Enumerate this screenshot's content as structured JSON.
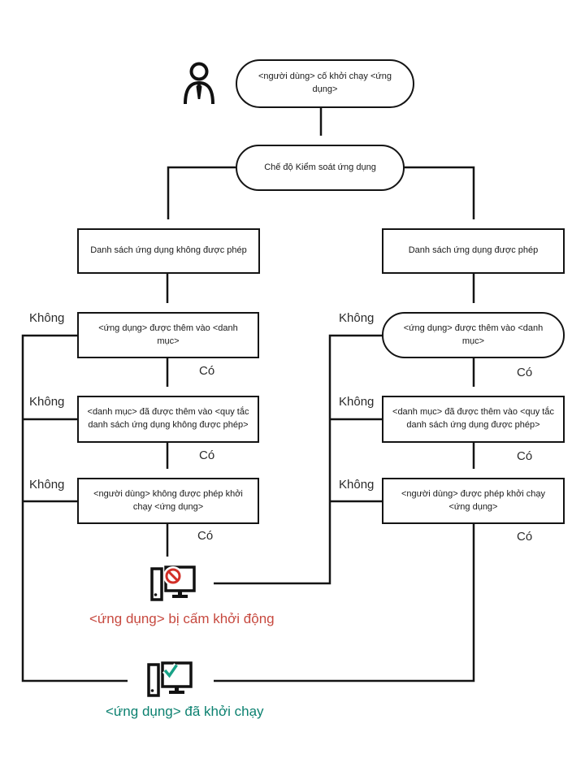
{
  "diagram": {
    "nodes": {
      "start": "<người dùng> cố khởi chạy <ứng dụng>",
      "control_mode": "Chế độ Kiểm soát ứng dụng",
      "denylist": "Danh sách ứng dụng không được phép",
      "allowlist": "Danh sách ứng dụng được phép",
      "deny_app_in_category": "<ứng dụng> được thêm vào <danh mục>",
      "allow_app_in_category": "<ứng dụng> được thêm vào <danh mục>",
      "deny_category_in_rule": "<danh mục> đã được thêm vào <quy tắc danh sách ứng dụng không được phép>",
      "allow_category_in_rule": "<danh mục> đã được thêm vào <quy tắc danh sách ứng dụng được phép>",
      "deny_user_launch": "<người dùng> không được phép khởi chạy <ứng dụng>",
      "allow_user_launch": "<người dùng> được phép khởi chạy <ứng dụng>"
    },
    "labels": {
      "no": "Không",
      "yes": "Có"
    },
    "outcomes": {
      "blocked": "<ứng dụng> bị cấm khởi động",
      "started": "<ứng dụng> đã khởi chạy"
    },
    "colors": {
      "blocked_text": "#c7493f",
      "blocked_badge": "#d22f27",
      "started_text": "#0c8170",
      "check_mark": "#18a287",
      "line": "#141414"
    }
  }
}
